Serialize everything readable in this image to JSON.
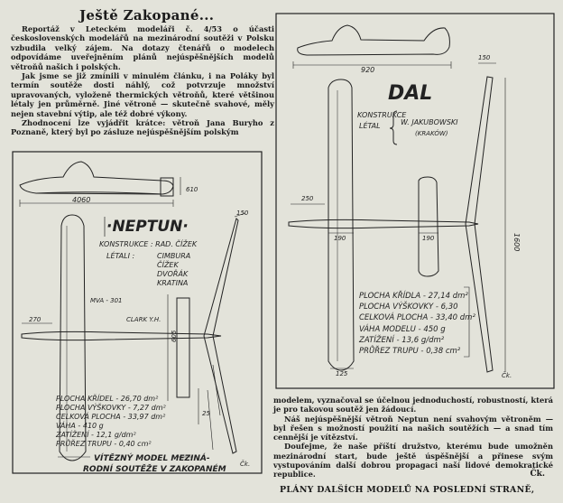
{
  "title": "Ještě Zakopané...",
  "article_paragraphs": [
    "Reportáž v Leteckém modeláři č. 4/53 o účasti československých modelářů na mezinárodní soutěži v Polsku vzbudila velký zájem. Na dotazy čtenářů o modelech odpovídáme uveřejněním plánů nejúspěšnějších modelů větroňů našich i polských.",
    "Jak jsme se již zmínili v minulém článku, i na Poláky byl termín soutěže dosti náhlý, což potvrzuje množství upravovaných, vyloženě thermických větroňů, které většinou létaly jen průměrně. Jiné větroně — skutečně svahové, měly nejen stavební výtip, ale též dobré výkony.",
    "Zhodnocení lze vyjádřit krátce: větroň Jana Buryho z Poznaně, který byl po zásluze nejúspěšnějším polským"
  ],
  "article_continuation": [
    "modelem, vyznačoval se účelnou jednoduchostí, robustností, která je pro takovou soutěž jen žádoucí.",
    "Náš nejúspěšnější větroň Neptun není svahovým větroněm — byl řešen s možností použití na našich soutěžích — a snad tím cennější je vítězství.",
    "Doufejme, že naše příští družstvo, kterému bude umožněn mezinárodní start, bude ještě úspěšnější a přinese svým vystupováním další dobrou propagaci naší lidové demokratické republice."
  ],
  "signature": "Čk.",
  "footer": "PLÁNY DALŠÍCH MODELŮ NA POSLEDNÍ STRANĚ,",
  "neptun": {
    "name": "·NEPTUN·",
    "konstrukce_label": "KONSTRUKCE : RAD. ČÍŽEK",
    "letali_label": "LÉTALI :",
    "pilots": [
      "CIMBURA",
      "ČÍŽEK",
      "DVOŘÁK",
      "KRATINA"
    ],
    "mva": "MVA - 301",
    "clark": "CLARK Y.H.",
    "dim_length": "4060",
    "dim_h1": "610",
    "dim_270": "270",
    "dim_605": "605",
    "dim_150": "150",
    "dim_25": "25",
    "specs": [
      "PLOCHA KŘÍDEL - 26,70 dm²",
      "PLOCHA VÝŠKOVKY - 7,27 dm²",
      "CELKOVÁ PLOCHA - 33,97 dm²",
      "VÁHA - 410 g",
      "ZATÍŽENÍ - 12,1 g/dm²",
      "PRŮŘEZ TRUPU - 0,40 cm²"
    ],
    "caption_line1": "VÍTĚZNÝ MODEL MEZINÁ-",
    "caption_line2": "RODNÍ SOUTĚŽE V ZAKOPANÉM",
    "mark": "Čk."
  },
  "dal": {
    "name": "DAL",
    "konstrukce_label": "KONSTRUKCE",
    "letal_label": "LÉTAL",
    "constructor": "W. JAKUBOWSKI",
    "city": "(KRAKÓW)",
    "dim_length": "920",
    "dim_150": "150",
    "dim_250": "250",
    "dim_190a": "190",
    "dim_190b": "190",
    "dim_1600": "1600",
    "dim_125": "125",
    "specs": [
      "PLOCHA KŘÍDLA - 27,14 dm²",
      "PLOCHA VÝŠKOVKY - 6,30",
      "CELKOVÁ PLOCHA - 33,40 dm²",
      "VÁHA MODELU - 450 g",
      "ZATÍŽENÍ - 13,6 g/dm²",
      "PRŮŘEZ TRUPU - 0,38 cm²"
    ],
    "mark": "Čk."
  }
}
